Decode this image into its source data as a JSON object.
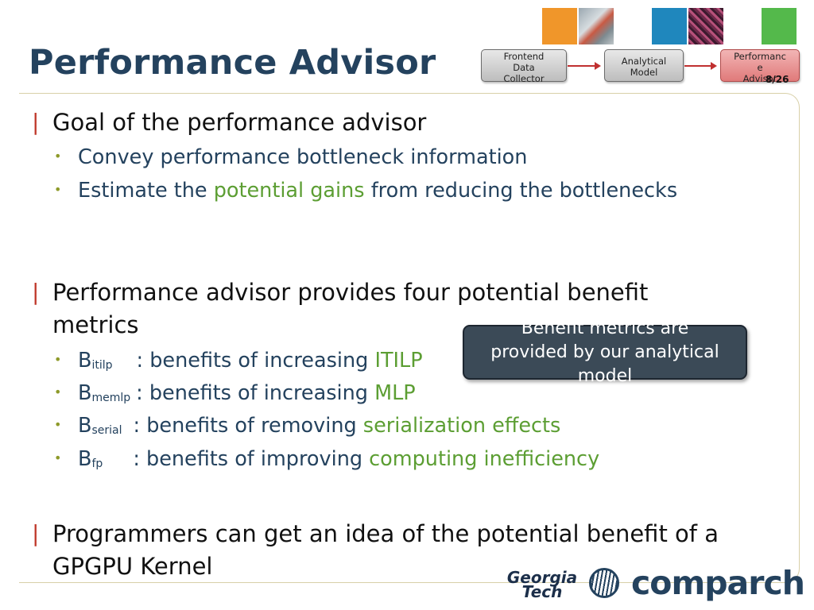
{
  "slide": {
    "title": "Performance Advisor",
    "page_number": "8/26"
  },
  "flow": {
    "box1": [
      "Frontend",
      "Data",
      "Collector"
    ],
    "box2": [
      "Analytical",
      "Model"
    ],
    "box3": [
      "Performanc",
      "e",
      "Advisor"
    ]
  },
  "content": {
    "sec1": {
      "heading": "Goal of the performance advisor",
      "b1": "Convey performance bottleneck information",
      "b2_pre": "Estimate the ",
      "b2_hl": "potential gains",
      "b2_post": " from reducing the bottlenecks"
    },
    "sec2": {
      "heading_line1": "Performance advisor provides four potential benefit",
      "heading_line2": "metrics",
      "items": [
        {
          "base": "B",
          "sub": "itilp",
          "text": ": benefits of increasing ",
          "hl": "ITILP"
        },
        {
          "base": "B",
          "sub": "memlp",
          "text": ": benefits of increasing ",
          "hl": "MLP"
        },
        {
          "base": "B",
          "sub": "serial",
          "text": ": benefits of removing ",
          "hl": "serialization effects"
        },
        {
          "base": "B",
          "sub": "fp",
          "text": ": benefits of improving ",
          "hl": "computing inefficiency"
        }
      ]
    },
    "sec3": {
      "line1": "Programmers can get an idea of the potential benefit of a",
      "line2": "GPGPU Kernel"
    }
  },
  "callout": {
    "lines": [
      "Benefit metrics are",
      "provided by our analytical",
      "model"
    ]
  },
  "logos": {
    "gt_line1": "Georgia",
    "gt_line2": "Tech",
    "comparch": "comparch"
  },
  "colors": {
    "title": "#24425e",
    "highlight": "#5c9e33",
    "section_bar": "#c0392b",
    "callout_bg": "#3b4a57"
  }
}
